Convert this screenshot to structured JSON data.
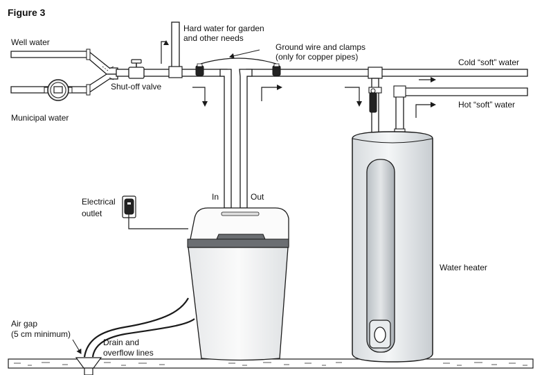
{
  "figure": {
    "title": "Figure 3"
  },
  "labels": {
    "well_water": "Well water",
    "municipal_water": "Municipal water",
    "shutoff_valve": "Shut-off valve",
    "hard_water_line1": "Hard water for garden",
    "hard_water_line2": "and other needs",
    "ground_line1": "Ground wire and clamps",
    "ground_line2": "(only for copper pipes)",
    "cold_soft": "Cold “soft” water",
    "hot_soft": "Hot “soft” water",
    "in": "In",
    "out": "Out",
    "electrical_line1": "Electrical",
    "electrical_line2": "outlet",
    "water_heater": "Water heater",
    "air_gap_line1": "Air gap",
    "air_gap_line2": "(5 cm minimum)",
    "drain_line1": "Drain and",
    "drain_line2": "overflow lines"
  },
  "colors": {
    "line": "#1a1a1a",
    "pipe_fill": "#ffffff",
    "softener_body": "#f2f3f4",
    "softener_band": "#6b6e72",
    "heater_body": "#e9ecee",
    "heater_panel": "#c9ced2",
    "floor_hatch": "#555555"
  }
}
